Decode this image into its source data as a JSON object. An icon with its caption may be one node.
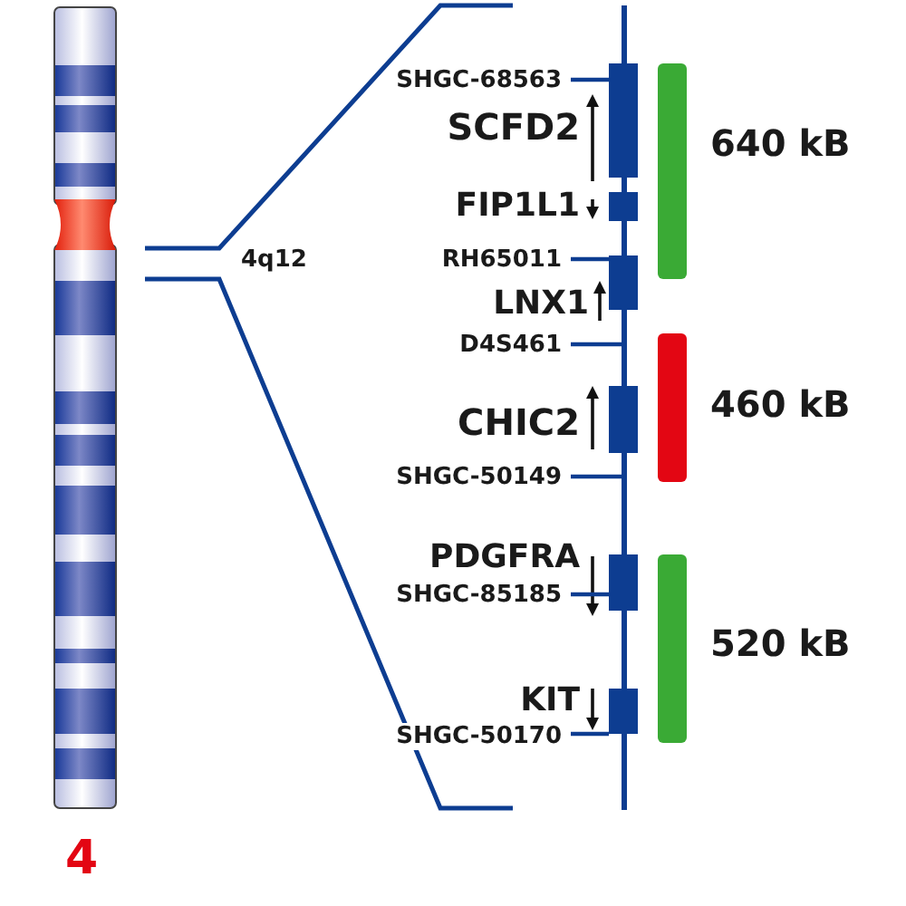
{
  "diagram": {
    "nodes": [
      {
        "text": [],
        "shape": "bar",
        "beside": [
          "4"
        ]
      },
      {
        "text": [],
        "shape": "line"
      },
      {
        "text": [
          "SHGC-68563"
        ]
      },
      {
        "text": [],
        "shape": "box",
        "beside": [
          "SCFD2"
        ]
      },
      {
        "text": [],
        "shape": "bar",
        "beside": [
          "640 kB"
        ]
      },
      {
        "text": [],
        "shape": "box",
        "beside": [
          "FIP1L1"
        ]
      },
      {
        "text": [
          "RH65011"
        ]
      },
      {
        "text": [],
        "shape": "box",
        "beside": [
          "LNX1"
        ]
      },
      {
        "text": [
          "D4S461"
        ]
      },
      {
        "text": [],
        "shape": "bar",
        "beside": [
          "460 kB"
        ]
      },
      {
        "text": [],
        "shape": "box",
        "beside": [
          "CHIC2"
        ]
      },
      {
        "text": [
          "SHGC-50149"
        ]
      },
      {
        "text": [],
        "shape": "box",
        "beside": [
          "PDGFRA"
        ]
      },
      {
        "text": [
          "SHGC-85185"
        ]
      },
      {
        "text": [],
        "shape": "bar",
        "beside": [
          "520 kB"
        ]
      },
      {
        "text": [],
        "shape": "box",
        "beside": [
          "KIT"
        ]
      },
      {
        "text": [
          "SHGC-50170"
        ]
      }
    ],
    "edges": [
      {
        "from": 2,
        "to": 3,
        "arrow": "none"
      },
      {
        "from": 6,
        "to": 7,
        "arrow": "none"
      },
      {
        "from": 8,
        "to": 1,
        "arrow": "none"
      },
      {
        "from": 11,
        "to": 1,
        "arrow": "none"
      },
      {
        "from": 13,
        "to": 12,
        "arrow": "none"
      },
      {
        "from": 16,
        "to": 15,
        "arrow": "none"
      }
    ],
    "labels": [
      "4q12"
    ]
  }
}
